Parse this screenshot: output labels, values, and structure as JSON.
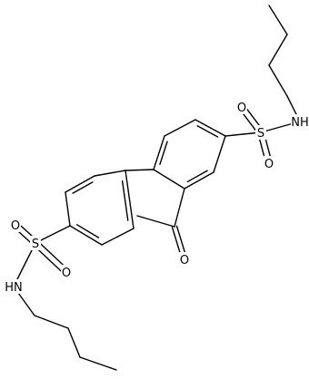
{
  "diagram": {
    "type": "chemical-structure",
    "atom_labels": {
      "sulfur_top": "S",
      "o_top_1": "O",
      "o_top_2": "O",
      "nh_top": "NH",
      "sulfur_bottom": "S",
      "o_bottom_1": "O",
      "o_bottom_2": "O",
      "nh_bottom": "HN",
      "ketone_o": "O"
    },
    "colors": {
      "bond": "#000000",
      "background": "#ffffff"
    }
  }
}
